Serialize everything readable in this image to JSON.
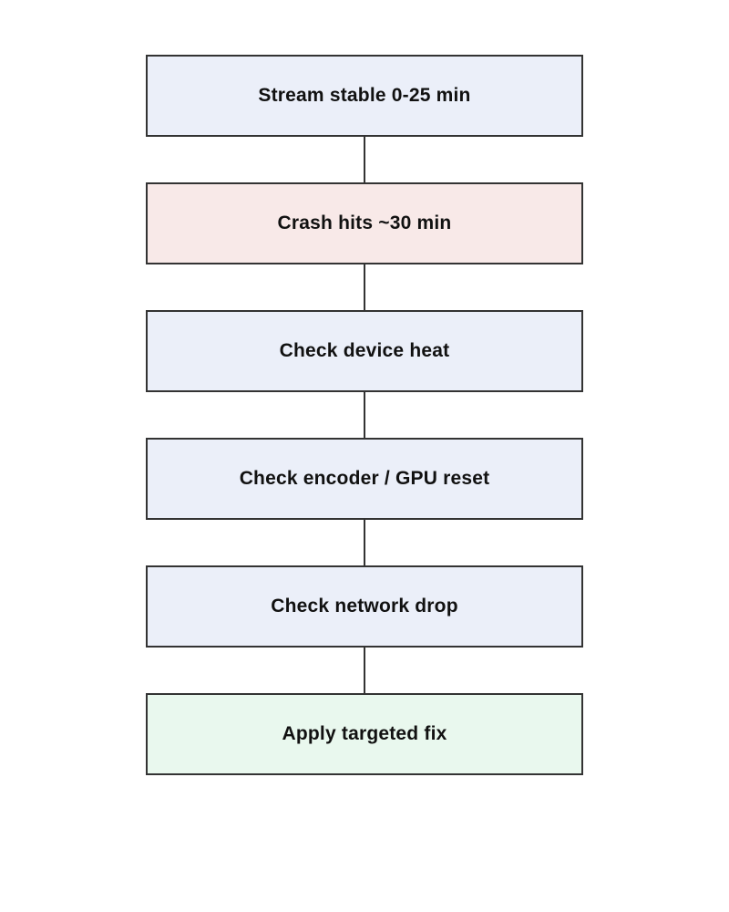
{
  "flowchart": {
    "steps": [
      {
        "label": "Stream stable 0-25 min",
        "fill": "#ebeff9"
      },
      {
        "label": "Crash hits ~30 min",
        "fill": "#f8e9e8"
      },
      {
        "label": "Check device heat",
        "fill": "#ebeff9"
      },
      {
        "label": "Check encoder / GPU reset",
        "fill": "#ebeff9"
      },
      {
        "label": "Check network drop",
        "fill": "#ebeff9"
      },
      {
        "label": "Apply targeted fix",
        "fill": "#e9f8ee"
      }
    ],
    "line_color": "#333333"
  }
}
